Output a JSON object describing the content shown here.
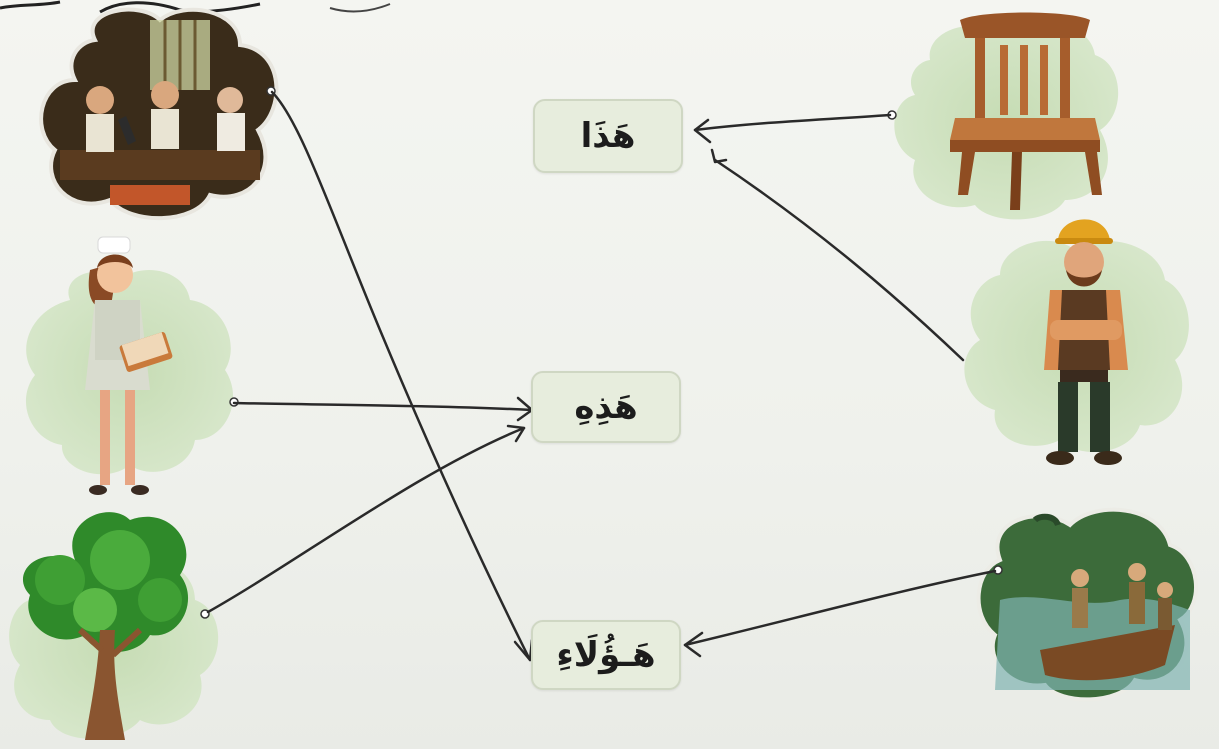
{
  "header_fragment": "",
  "words": {
    "hadha": "هَذَا",
    "hadhihi": "هَذِهِ",
    "haulai": "هَـؤُلَاءِ"
  },
  "pictures": {
    "left": [
      "scientists-lab",
      "nurse",
      "tree"
    ],
    "right": [
      "chair",
      "construction-worker",
      "explorers-boat"
    ]
  },
  "colors": {
    "blob": "#cfe1c0",
    "box_fill": "#e7eddd",
    "box_border": "#cfd7c3",
    "line": "#2a2a2a"
  }
}
